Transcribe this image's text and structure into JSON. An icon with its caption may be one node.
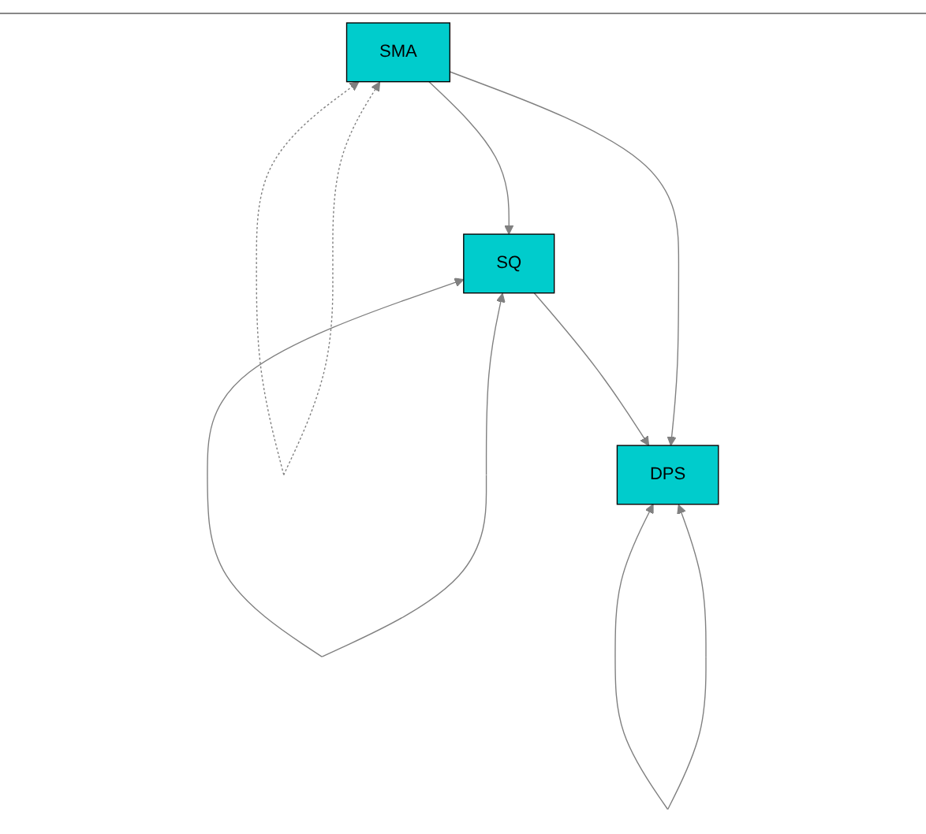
{
  "diagram": {
    "nodes": [
      {
        "text": [
          "SMA"
        ]
      },
      {
        "text": [
          "SQ"
        ]
      },
      {
        "text": [
          "DPS"
        ]
      }
    ],
    "edges": [
      {
        "from": 0,
        "to": 0,
        "arrow": "both",
        "style": "dashed"
      },
      {
        "from": 0,
        "to": 1,
        "arrow": "to"
      },
      {
        "from": 0,
        "to": 2,
        "arrow": "to"
      },
      {
        "from": 1,
        "to": 2,
        "arrow": "to"
      },
      {
        "from": 1,
        "to": 1,
        "arrow": "both"
      },
      {
        "from": 2,
        "to": 2,
        "arrow": "both"
      }
    ]
  }
}
